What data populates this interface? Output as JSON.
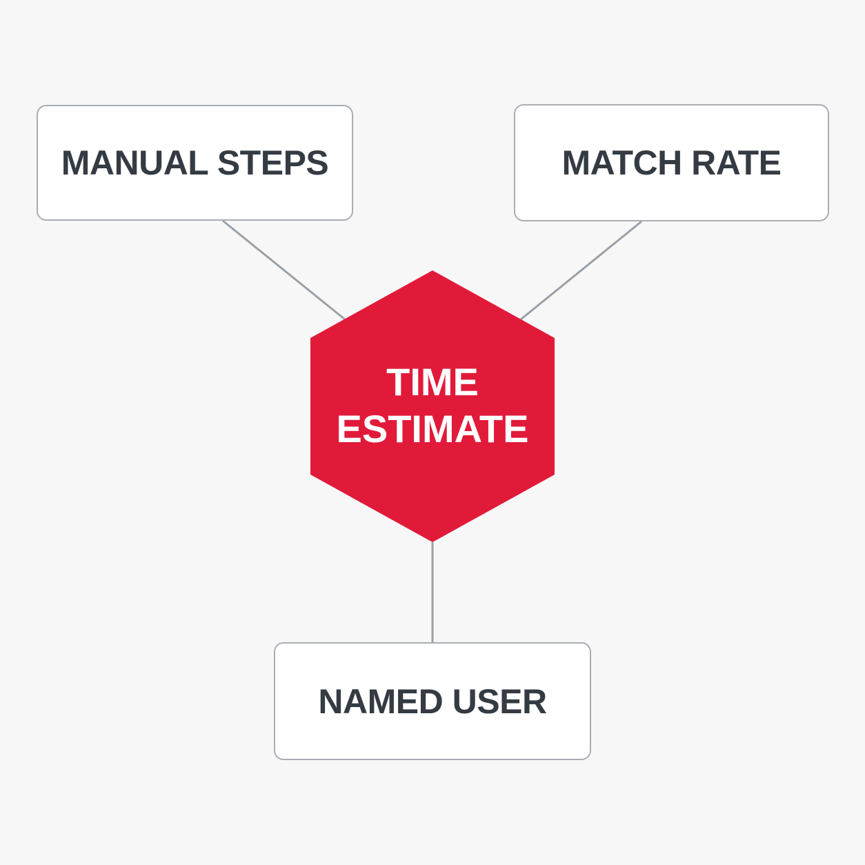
{
  "nodes": {
    "manual_steps": {
      "label": "MANUAL STEPS"
    },
    "match_rate": {
      "label": "MATCH RATE"
    },
    "named_user": {
      "label": "NAMED USER"
    }
  },
  "center": {
    "line1": "TIME",
    "line2": "ESTIMATE",
    "fill_color": "#e21a3a",
    "text_color": "#ffffff"
  },
  "colors": {
    "background": "#f7f7f8",
    "box_border": "#a9adb2",
    "box_text": "#343b43",
    "connector": "#9aa0a6"
  }
}
